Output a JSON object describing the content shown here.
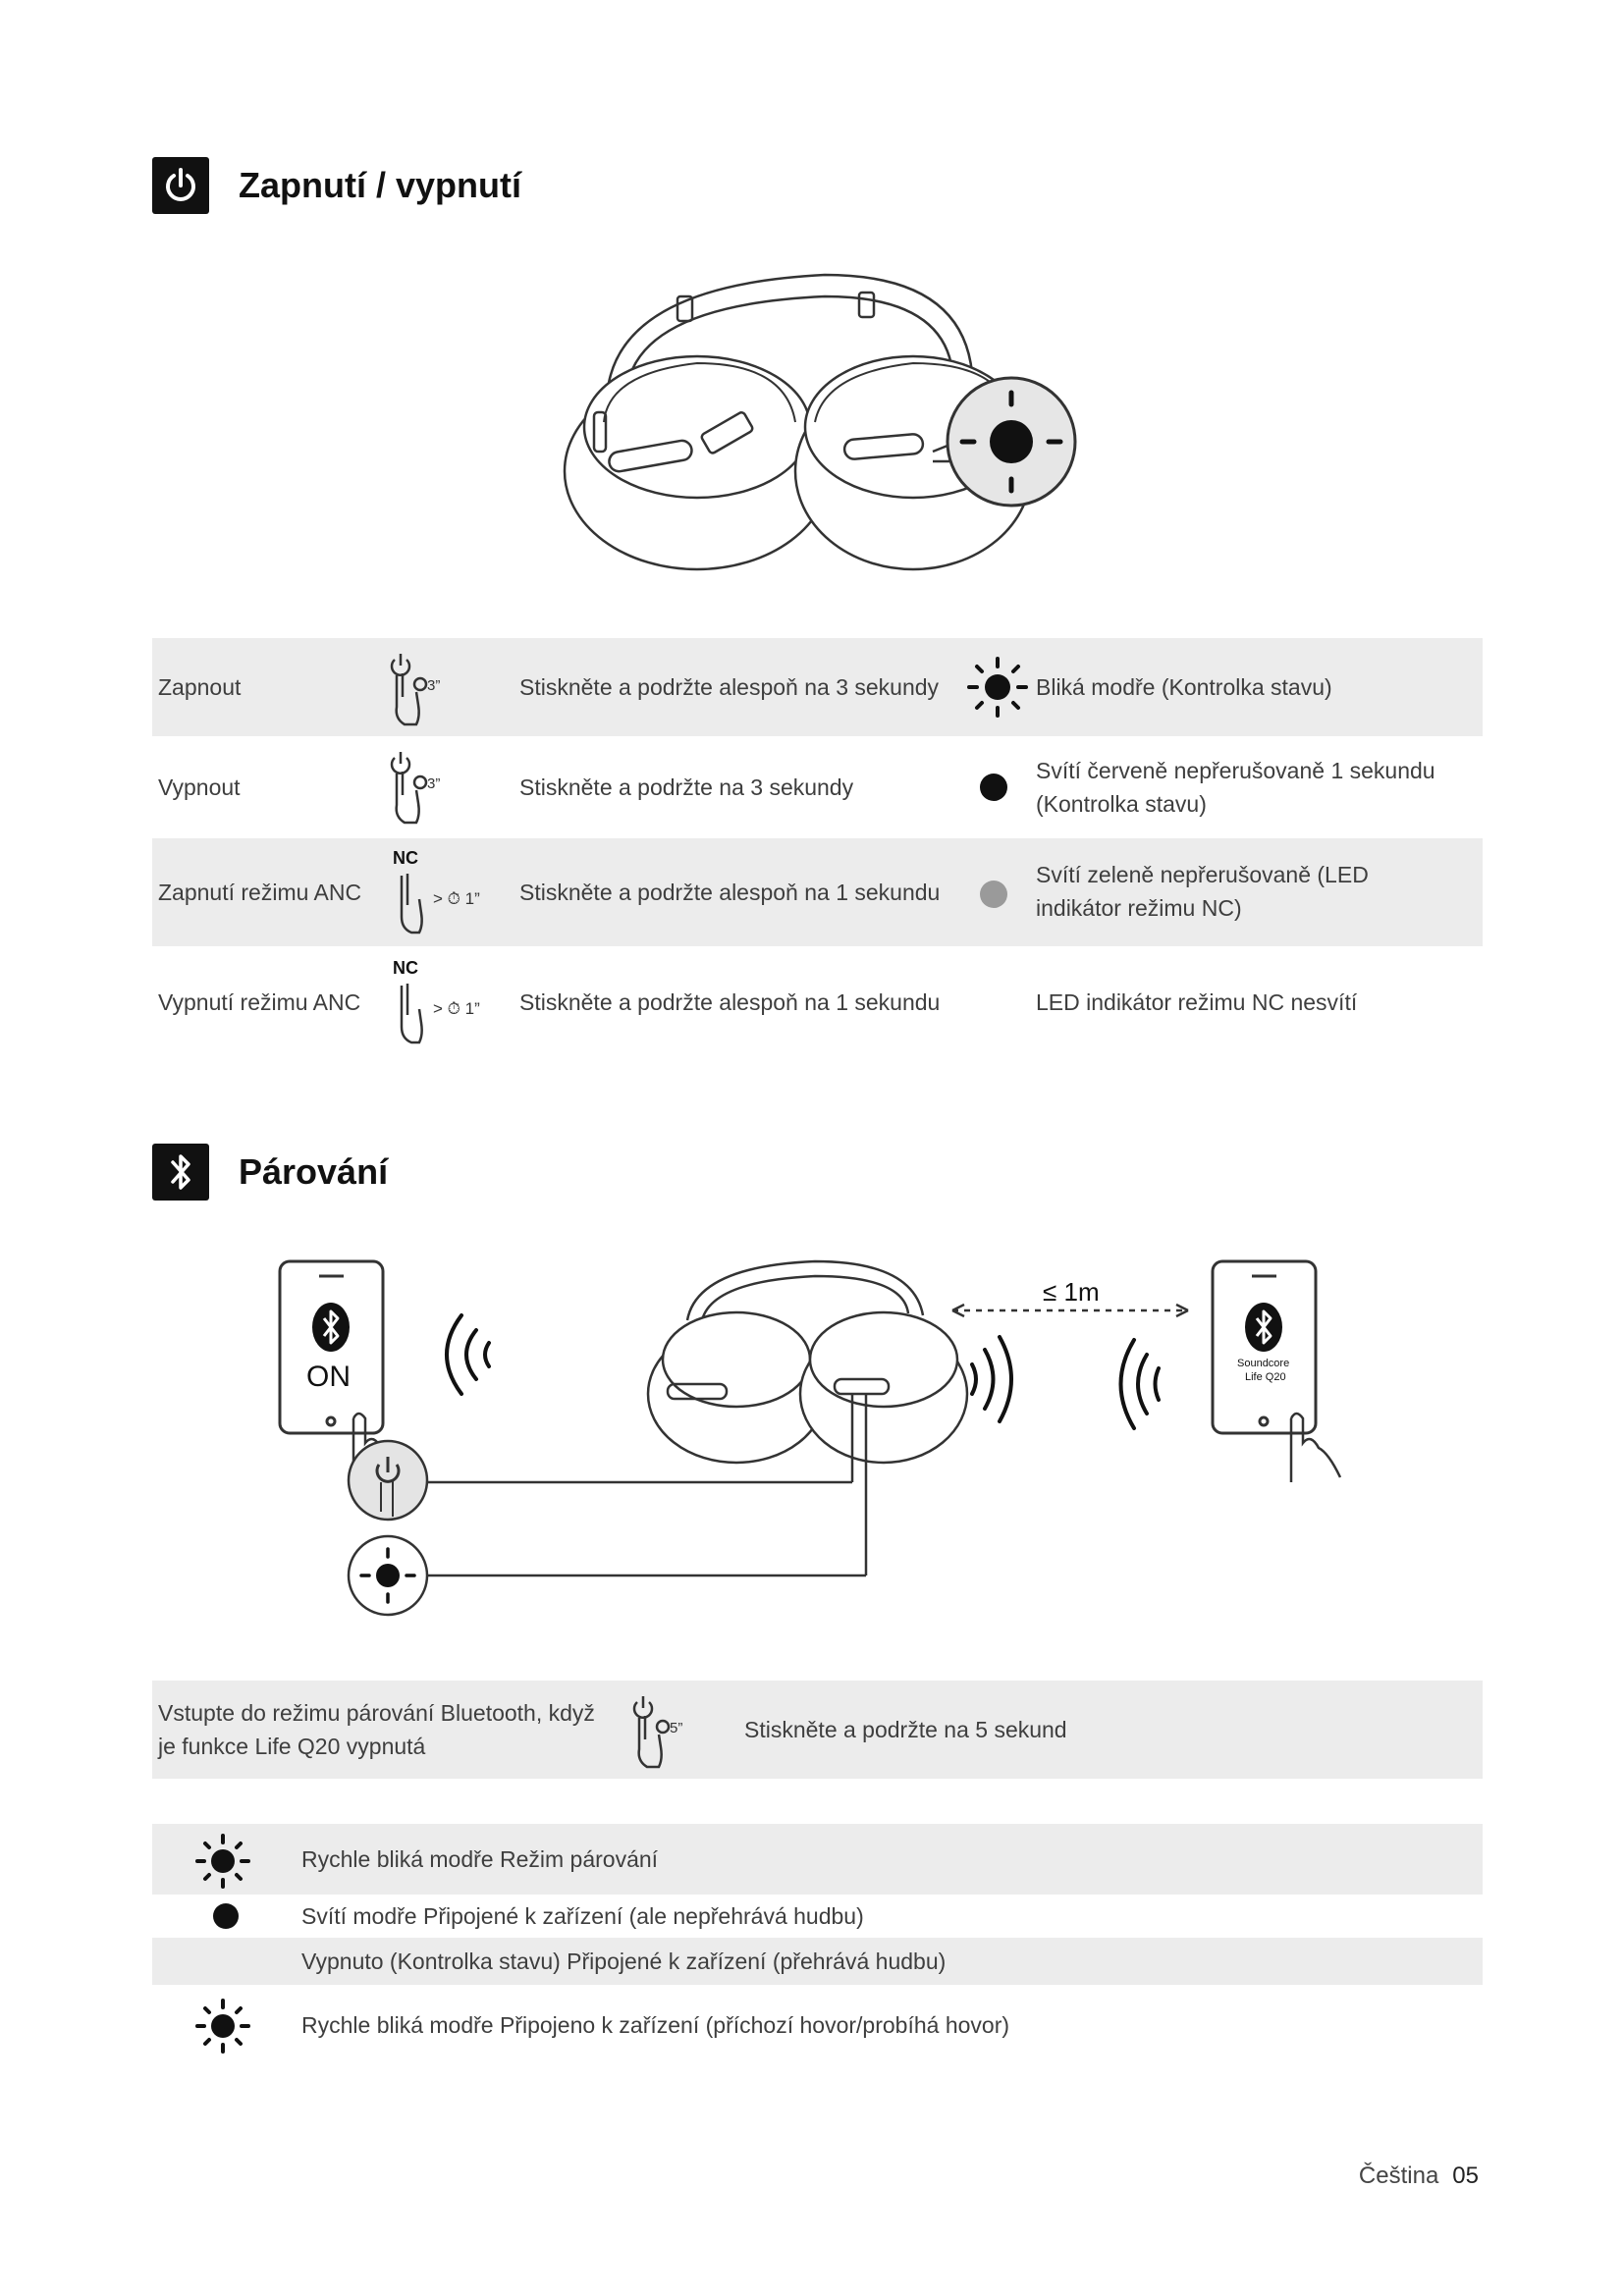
{
  "power_section": {
    "icon": "power-icon",
    "title": "Zapnutí / vypnutí",
    "rows": [
      {
        "action": "Zapnout",
        "gesture": "3”",
        "instruction": "Stiskněte a podržte alespoň na 3 sekundy",
        "led_icon": "blink-sun-icon",
        "led_text": "Bliká modře (Kontrolka stavu)"
      },
      {
        "action": "Vypnout",
        "gesture": "3”",
        "instruction": "Stiskněte a podržte na 3 sekundy",
        "led_icon": "solid-dot-icon",
        "led_text": "Svítí červeně nepřerušovaně 1 sekundu (Kontrolka stavu)"
      },
      {
        "action": "Zapnutí režimu ANC",
        "gesture_label": "NC",
        "gesture": "> ⏱ 1”",
        "instruction": "Stiskněte a podržte alespoň na 1 sekundu",
        "led_icon": "grey-dot-icon",
        "led_text": "Svítí zeleně nepřerušovaně (LED indikátor režimu NC)"
      },
      {
        "action": "Vypnutí režimu ANC",
        "gesture_label": "NC",
        "gesture": "> ⏱ 1”",
        "instruction": "Stiskněte a podržte alespoň na 1 sekundu",
        "led_icon": "",
        "led_text": "LED indikátor režimu NC nesvítí"
      }
    ]
  },
  "pairing_section": {
    "icon": "bluetooth-icon",
    "title": "Párování",
    "illustration": {
      "phone_left_label": "ON",
      "distance_label": "≤ 1m",
      "phone_right_label_1": "Soundcore",
      "phone_right_label_2": "Life Q20"
    },
    "instruction_row": {
      "condition": "Vstupte do režimu párování Bluetooth, když je funkce Life  Q20 vypnutá",
      "gesture": "5”",
      "instruction": "Stiskněte a podržte na 5 sekund"
    },
    "status_rows": [
      {
        "led_icon": "blink-sun-icon",
        "text": "Rychle bliká modře Režim párování"
      },
      {
        "led_icon": "solid-dot-icon",
        "text": "Svítí modře Připojené k zařízení (ale nepřehrává hudbu)"
      },
      {
        "led_icon": "",
        "text": "Vypnuto (Kontrolka stavu) Připojené k zařízení (přehrává hudbu)"
      },
      {
        "led_icon": "blink-sun-icon",
        "text": "Rychle bliká modře Připojeno k zařízení (příchozí hovor/probíhá hovor)"
      }
    ]
  },
  "footer": {
    "language": "Čeština",
    "page": "05"
  },
  "colors": {
    "shade": "#ececec",
    "text": "#3e3e3e",
    "heading": "#111111"
  }
}
